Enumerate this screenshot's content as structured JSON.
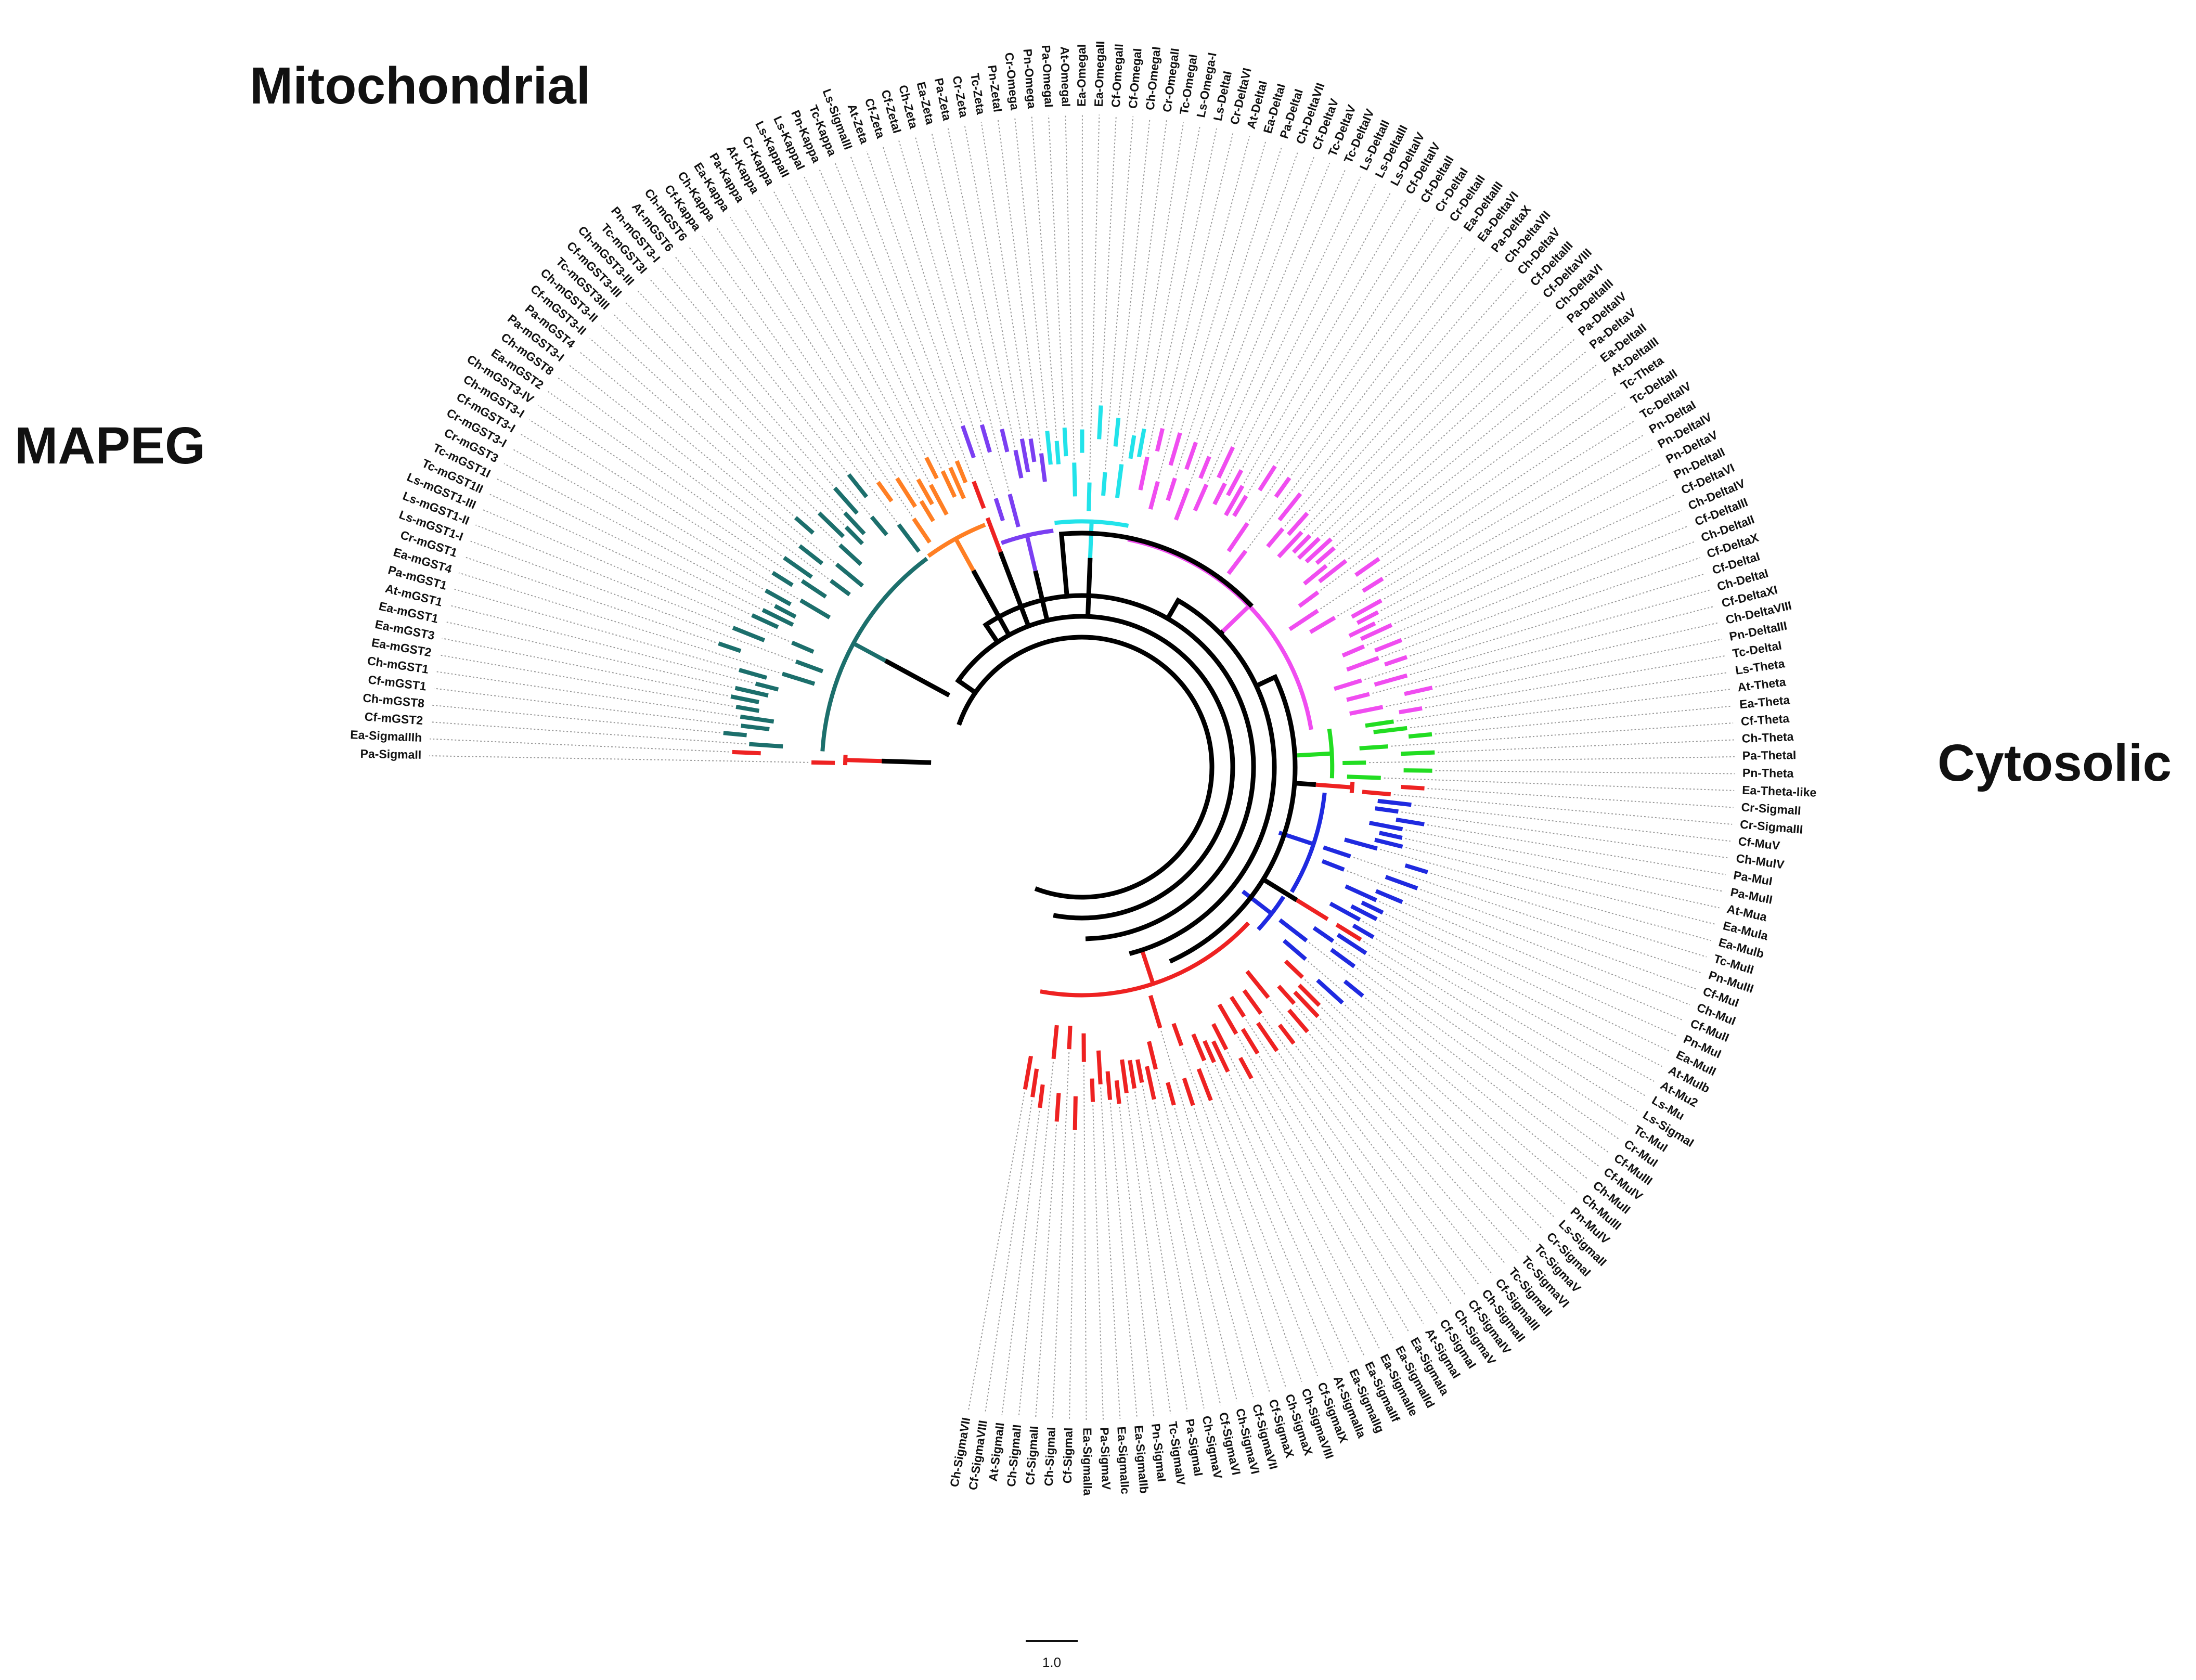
{
  "groups": {
    "mitochondrial": "Mitochondrial",
    "mapeg": "MAPEG",
    "cytosolic": "Cytosolic"
  },
  "scale_bar": {
    "label": "1.0",
    "value": 1.0
  },
  "colors": {
    "backbone": "#000000",
    "mapeg": "#1c6f6c",
    "kappa": "#ff7f24",
    "zeta": "#7b3ff2",
    "omega": "#22e3ea",
    "delta": "#f04df0",
    "theta": "#22dd22",
    "mu": "#1f2ae0",
    "sigma": "#ee2222"
  },
  "leaves": [
    {
      "name": "Pa-SigmaII",
      "clade": "sigma"
    },
    {
      "name": "Ea-SigmaIIIh",
      "clade": "sigma"
    },
    {
      "name": "Cf-mGST2",
      "clade": "mapeg"
    },
    {
      "name": "Ch-mGST8",
      "clade": "mapeg"
    },
    {
      "name": "Cf-mGST1",
      "clade": "mapeg"
    },
    {
      "name": "Ch-mGST1",
      "clade": "mapeg"
    },
    {
      "name": "Ea-mGST2",
      "clade": "mapeg"
    },
    {
      "name": "Ea-mGST3",
      "clade": "mapeg"
    },
    {
      "name": "Ea-mGST1",
      "clade": "mapeg"
    },
    {
      "name": "At-mGST1",
      "clade": "mapeg"
    },
    {
      "name": "Pa-mGST1",
      "clade": "mapeg"
    },
    {
      "name": "Ea-mGST4",
      "clade": "mapeg"
    },
    {
      "name": "Cr-mGST1",
      "clade": "mapeg"
    },
    {
      "name": "Ls-mGST1-I",
      "clade": "mapeg"
    },
    {
      "name": "Ls-mGST1-II",
      "clade": "mapeg"
    },
    {
      "name": "Ls-mGST1-III",
      "clade": "mapeg"
    },
    {
      "name": "Tc-mGST1II",
      "clade": "mapeg"
    },
    {
      "name": "Tc-mGST1I",
      "clade": "mapeg"
    },
    {
      "name": "Cr-mGST3",
      "clade": "mapeg"
    },
    {
      "name": "Cr-mGST3-I",
      "clade": "mapeg"
    },
    {
      "name": "Cf-mGST3-I",
      "clade": "mapeg"
    },
    {
      "name": "Ch-mGST3-I",
      "clade": "mapeg"
    },
    {
      "name": "Ch-mGST3-IV",
      "clade": "mapeg"
    },
    {
      "name": "Ea-mGST2",
      "clade": "mapeg"
    },
    {
      "name": "Ch-mGST8",
      "clade": "mapeg"
    },
    {
      "name": "Pa-mGST3-I",
      "clade": "mapeg"
    },
    {
      "name": "Pa-mGST4",
      "clade": "mapeg"
    },
    {
      "name": "Cf-mGST3-II",
      "clade": "mapeg"
    },
    {
      "name": "Ch-mGST3-II",
      "clade": "mapeg"
    },
    {
      "name": "Tc-mGST3III",
      "clade": "mapeg"
    },
    {
      "name": "Cf-mGST3-III",
      "clade": "mapeg"
    },
    {
      "name": "Ch-mGST3-III",
      "clade": "mapeg"
    },
    {
      "name": "Tc-mGST3I",
      "clade": "mapeg"
    },
    {
      "name": "Pn-mGST3-I",
      "clade": "mapeg"
    },
    {
      "name": "At-mGST6",
      "clade": "mapeg"
    },
    {
      "name": "Ch-mGST6",
      "clade": "mapeg"
    },
    {
      "name": "Cf-Kappa",
      "clade": "kappa"
    },
    {
      "name": "Ch-Kappa",
      "clade": "kappa"
    },
    {
      "name": "Ea-Kappa",
      "clade": "kappa"
    },
    {
      "name": "Pa-Kappa",
      "clade": "kappa"
    },
    {
      "name": "At-Kappa",
      "clade": "kappa"
    },
    {
      "name": "Cr-Kappa",
      "clade": "kappa"
    },
    {
      "name": "Ls-KappaII",
      "clade": "kappa"
    },
    {
      "name": "Ls-KappaI",
      "clade": "kappa"
    },
    {
      "name": "Pn-Kappa",
      "clade": "kappa"
    },
    {
      "name": "Tc-Kappa",
      "clade": "kappa"
    },
    {
      "name": "Ls-SigmaIII",
      "clade": "sigma"
    },
    {
      "name": "At-Zeta",
      "clade": "zeta"
    },
    {
      "name": "Cf-Zeta",
      "clade": "zeta"
    },
    {
      "name": "Cf-ZetaI",
      "clade": "zeta"
    },
    {
      "name": "Ch-Zeta",
      "clade": "zeta"
    },
    {
      "name": "Ea-Zeta",
      "clade": "zeta"
    },
    {
      "name": "Pa-Zeta",
      "clade": "zeta"
    },
    {
      "name": "Cr-Zeta",
      "clade": "zeta"
    },
    {
      "name": "Tc-Zeta",
      "clade": "zeta"
    },
    {
      "name": "Pn-ZetaI",
      "clade": "zeta"
    },
    {
      "name": "Cr-Omega",
      "clade": "omega"
    },
    {
      "name": "Pn-Omega",
      "clade": "omega"
    },
    {
      "name": "Pa-OmegaI",
      "clade": "omega"
    },
    {
      "name": "At-OmegaI",
      "clade": "omega"
    },
    {
      "name": "Ea-OmegaI",
      "clade": "omega"
    },
    {
      "name": "Ea-OmegaII",
      "clade": "omega"
    },
    {
      "name": "Cf-OmegaII",
      "clade": "omega"
    },
    {
      "name": "Cf-OmegaI",
      "clade": "omega"
    },
    {
      "name": "Ch-OmegaI",
      "clade": "omega"
    },
    {
      "name": "Cr-OmegaII",
      "clade": "omega"
    },
    {
      "name": "Tc-OmegaI",
      "clade": "omega"
    },
    {
      "name": "Ls-Omega-I",
      "clade": "omega"
    },
    {
      "name": "Ls-DeltaI",
      "clade": "delta"
    },
    {
      "name": "Cr-DeltaVI",
      "clade": "delta"
    },
    {
      "name": "At-DeltaI",
      "clade": "delta"
    },
    {
      "name": "Ea-DeltaI",
      "clade": "delta"
    },
    {
      "name": "Pa-DeltaI",
      "clade": "delta"
    },
    {
      "name": "Ch-DeltaVII",
      "clade": "delta"
    },
    {
      "name": "Cf-DeltaV",
      "clade": "delta"
    },
    {
      "name": "Tc-DeltaV",
      "clade": "delta"
    },
    {
      "name": "Tc-DeltaIV",
      "clade": "delta"
    },
    {
      "name": "Ls-DeltaII",
      "clade": "delta"
    },
    {
      "name": "Ls-DeltaIII",
      "clade": "delta"
    },
    {
      "name": "Ls-DeltaIV",
      "clade": "delta"
    },
    {
      "name": "Cf-DeltaIV",
      "clade": "delta"
    },
    {
      "name": "Cf-DeltaII",
      "clade": "delta"
    },
    {
      "name": "Cr-DeltaI",
      "clade": "delta"
    },
    {
      "name": "Cr-DeltaII",
      "clade": "delta"
    },
    {
      "name": "Ea-DeltaIII",
      "clade": "delta"
    },
    {
      "name": "Ea-DeltaVI",
      "clade": "delta"
    },
    {
      "name": "Pa-DeltaX",
      "clade": "delta"
    },
    {
      "name": "Ch-DeltaVII",
      "clade": "delta"
    },
    {
      "name": "Ch-DeltaV",
      "clade": "delta"
    },
    {
      "name": "Cf-DeltaIII",
      "clade": "delta"
    },
    {
      "name": "Cf-DeltaVIII",
      "clade": "delta"
    },
    {
      "name": "Ch-DeltaVI",
      "clade": "delta"
    },
    {
      "name": "Pa-DeltaIII",
      "clade": "delta"
    },
    {
      "name": "Pa-DeltaIV",
      "clade": "delta"
    },
    {
      "name": "Pa-DeltaV",
      "clade": "delta"
    },
    {
      "name": "Ea-DeltaII",
      "clade": "delta"
    },
    {
      "name": "At-DeltaIII",
      "clade": "delta"
    },
    {
      "name": "Tc-Theta",
      "clade": "delta"
    },
    {
      "name": "Tc-DeltaII",
      "clade": "delta"
    },
    {
      "name": "Tc-DeltaIV",
      "clade": "delta"
    },
    {
      "name": "Pn-DeltaI",
      "clade": "delta"
    },
    {
      "name": "Pn-DeltaIV",
      "clade": "delta"
    },
    {
      "name": "Pn-DeltaV",
      "clade": "delta"
    },
    {
      "name": "Pn-DeltaII",
      "clade": "delta"
    },
    {
      "name": "Cf-DeltaVI",
      "clade": "delta"
    },
    {
      "name": "Ch-DeltaIV",
      "clade": "delta"
    },
    {
      "name": "Cf-DeltaIII",
      "clade": "delta"
    },
    {
      "name": "Ch-DeltaII",
      "clade": "delta"
    },
    {
      "name": "Cf-DeltaX",
      "clade": "delta"
    },
    {
      "name": "Cf-DeltaI",
      "clade": "delta"
    },
    {
      "name": "Ch-DeltaI",
      "clade": "delta"
    },
    {
      "name": "Cf-DeltaXI",
      "clade": "delta"
    },
    {
      "name": "Ch-DeltaVIII",
      "clade": "delta"
    },
    {
      "name": "Pn-DeltaIII",
      "clade": "delta"
    },
    {
      "name": "Tc-DeltaI",
      "clade": "delta"
    },
    {
      "name": "Ls-Theta",
      "clade": "theta"
    },
    {
      "name": "At-Theta",
      "clade": "theta"
    },
    {
      "name": "Ea-Theta",
      "clade": "theta"
    },
    {
      "name": "Cf-Theta",
      "clade": "theta"
    },
    {
      "name": "Ch-Theta",
      "clade": "theta"
    },
    {
      "name": "Pa-ThetaI",
      "clade": "theta"
    },
    {
      "name": "Pn-Theta",
      "clade": "theta"
    },
    {
      "name": "Ea-Theta-like",
      "clade": "theta"
    },
    {
      "name": "Cr-SigmaII",
      "clade": "sigma"
    },
    {
      "name": "Cr-SigmaIII",
      "clade": "sigma"
    },
    {
      "name": "Cf-MuV",
      "clade": "mu"
    },
    {
      "name": "Ch-MuIV",
      "clade": "mu"
    },
    {
      "name": "Pa-MuI",
      "clade": "mu"
    },
    {
      "name": "Pa-MuII",
      "clade": "mu"
    },
    {
      "name": "At-Mua",
      "clade": "mu"
    },
    {
      "name": "Ea-Mula",
      "clade": "mu"
    },
    {
      "name": "Ea-Mulb",
      "clade": "mu"
    },
    {
      "name": "Tc-MuII",
      "clade": "mu"
    },
    {
      "name": "Pn-MuIII",
      "clade": "mu"
    },
    {
      "name": "Cf-MuI",
      "clade": "mu"
    },
    {
      "name": "Ch-MuI",
      "clade": "mu"
    },
    {
      "name": "Cf-MuII",
      "clade": "mu"
    },
    {
      "name": "Pn-MuI",
      "clade": "mu"
    },
    {
      "name": "Ea-MuII",
      "clade": "mu"
    },
    {
      "name": "At-MuIb",
      "clade": "mu"
    },
    {
      "name": "At-Mu2",
      "clade": "mu"
    },
    {
      "name": "Ls-Mu",
      "clade": "mu"
    },
    {
      "name": "Ls-SigmaI",
      "clade": "sigma"
    },
    {
      "name": "Tc-MuI",
      "clade": "mu"
    },
    {
      "name": "Cr-MuI",
      "clade": "mu"
    },
    {
      "name": "Cf-MuIII",
      "clade": "mu"
    },
    {
      "name": "Cf-MuIV",
      "clade": "mu"
    },
    {
      "name": "Ch-MuII",
      "clade": "mu"
    },
    {
      "name": "Ch-MuIII",
      "clade": "mu"
    },
    {
      "name": "Pn-MuIV",
      "clade": "mu"
    },
    {
      "name": "Ls-SigmaII",
      "clade": "sigma"
    },
    {
      "name": "Cr-SigmaI",
      "clade": "sigma"
    },
    {
      "name": "Tc-SigmaV",
      "clade": "sigma"
    },
    {
      "name": "Tc-SigmaVI",
      "clade": "sigma"
    },
    {
      "name": "Tc-SigmaII",
      "clade": "sigma"
    },
    {
      "name": "Cf-SigmaIII",
      "clade": "sigma"
    },
    {
      "name": "Ch-SigmaII",
      "clade": "sigma"
    },
    {
      "name": "Cf-SigmaIV",
      "clade": "sigma"
    },
    {
      "name": "Ch-SigmaV",
      "clade": "sigma"
    },
    {
      "name": "Cf-SigmaI",
      "clade": "sigma"
    },
    {
      "name": "At-SigmaI",
      "clade": "sigma"
    },
    {
      "name": "Ea-SigmaIa",
      "clade": "sigma"
    },
    {
      "name": "Ea-SigmaIId",
      "clade": "sigma"
    },
    {
      "name": "Ea-SigmaIIe",
      "clade": "sigma"
    },
    {
      "name": "Ea-SigmaIIf",
      "clade": "sigma"
    },
    {
      "name": "Ea-SigmaIIg",
      "clade": "sigma"
    },
    {
      "name": "At-SigmaIIa",
      "clade": "sigma"
    },
    {
      "name": "Cf-SigmaIX",
      "clade": "sigma"
    },
    {
      "name": "Ch-SigmaVIII",
      "clade": "sigma"
    },
    {
      "name": "Ch-SigmaX",
      "clade": "sigma"
    },
    {
      "name": "Cf-SigmaX",
      "clade": "sigma"
    },
    {
      "name": "Cf-SigmaVII",
      "clade": "sigma"
    },
    {
      "name": "Ch-SigmaVI",
      "clade": "sigma"
    },
    {
      "name": "Cf-SigmaVI",
      "clade": "sigma"
    },
    {
      "name": "Ch-SigmaV",
      "clade": "sigma"
    },
    {
      "name": "Pa-SigmaI",
      "clade": "sigma"
    },
    {
      "name": "Tc-SigmaIV",
      "clade": "sigma"
    },
    {
      "name": "Pn-SigmaI",
      "clade": "sigma"
    },
    {
      "name": "Ea-SigmaIIb",
      "clade": "sigma"
    },
    {
      "name": "Ea-SigmaIIc",
      "clade": "sigma"
    },
    {
      "name": "Pa-SigmaV",
      "clade": "sigma"
    },
    {
      "name": "Ea-SigmaIIa",
      "clade": "sigma"
    },
    {
      "name": "Cf-SigmaI",
      "clade": "sigma"
    },
    {
      "name": "Ch-SigmaI",
      "clade": "sigma"
    },
    {
      "name": "Cf-SigmaII",
      "clade": "sigma"
    },
    {
      "name": "Ch-SigmaII",
      "clade": "sigma"
    },
    {
      "name": "At-SigmaII",
      "clade": "sigma"
    },
    {
      "name": "Cf-SigmaVIII",
      "clade": "sigma"
    },
    {
      "name": "Ch-SigmaVII",
      "clade": "sigma"
    }
  ]
}
